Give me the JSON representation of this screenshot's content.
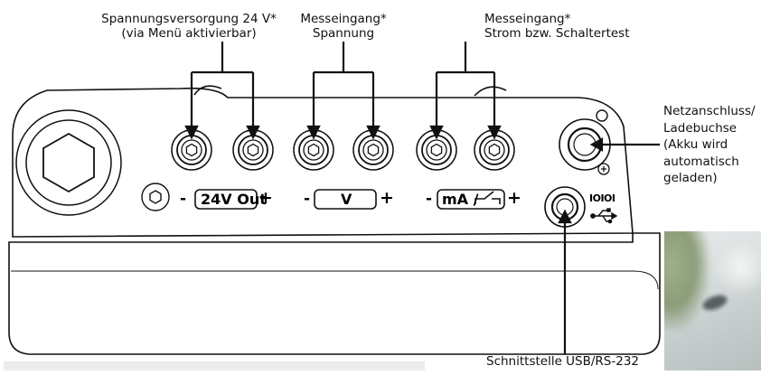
{
  "labels": {
    "supply": {
      "line1": "Spannungsversorgung 24 V*",
      "line2": "(via Menü aktivierbar)"
    },
    "voltage_input": {
      "line1": "Messeingang*",
      "line2": "Spannung"
    },
    "current_input": {
      "line1": "Messeingang*",
      "line2": "Strom bzw. Schaltertest"
    },
    "mains": {
      "line1": "Netzanschluss/",
      "line2": "Ladebuchse",
      "line3": "(Akku wird",
      "line4": "automatisch",
      "line5": "geladen)"
    },
    "interface": "Schnittstelle USB/RS-232"
  },
  "panel": {
    "minus": "-",
    "plus": "+",
    "out_24v": "24V Out",
    "volt": "V",
    "milliamp": "mA /",
    "usb_code": "IOIOI"
  },
  "icons": [
    "hex-nut-icon",
    "hex-screw-icon",
    "switch-symbol-icon",
    "usb-icon",
    "power-plug-symbol-icon"
  ],
  "colors": {
    "line": "#111111",
    "device_fill": "#ffffff",
    "caption_box": "#ececec"
  }
}
